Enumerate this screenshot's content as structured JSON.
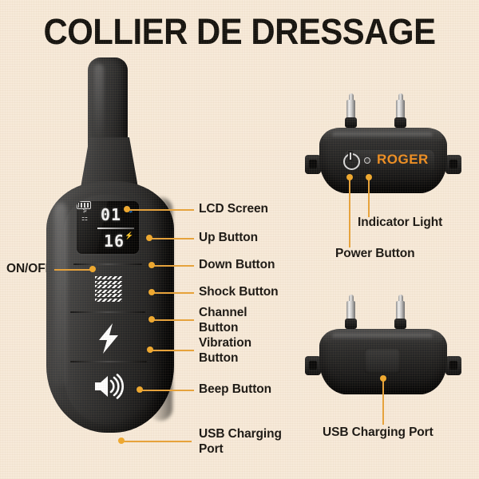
{
  "page": {
    "title": "COLLIER DE DRESSAGE",
    "background_color": "#f7ead9",
    "accent_color": "#e8a33a",
    "brand_color": "#ef8f22"
  },
  "remote": {
    "lcd": {
      "channel_value": "01",
      "level_value": "16",
      "icons": [
        "dog-icon",
        "collar-icon",
        "battery-icon",
        "bolt-icon",
        "paw-icon"
      ]
    },
    "buttons": [
      {
        "name": "vibration",
        "icon": "zigzag-wave-icon"
      },
      {
        "name": "shock",
        "icon": "lightning-bolt-icon"
      },
      {
        "name": "beep",
        "icon": "speaker-icon"
      }
    ]
  },
  "receiver": {
    "brand": "ROGER",
    "power_icon": "power-symbol-icon",
    "indicator_icon": "indicator-dot-icon"
  },
  "callouts": {
    "on_off": "ON/OFF",
    "lcd_screen": "LCD Screen",
    "up_button": "Up Button",
    "down_button": "Down Button",
    "shock_button": "Shock Button",
    "channel_button": "Channel\nButton",
    "vibration_button": "Vibration\nButton",
    "beep_button": "Beep Button",
    "usb_port_remote": "USB Charging\nPort",
    "indicator_light": "Indicator Light",
    "power_button": "Power Button",
    "usb_port_receiver": "USB Charging Port"
  }
}
